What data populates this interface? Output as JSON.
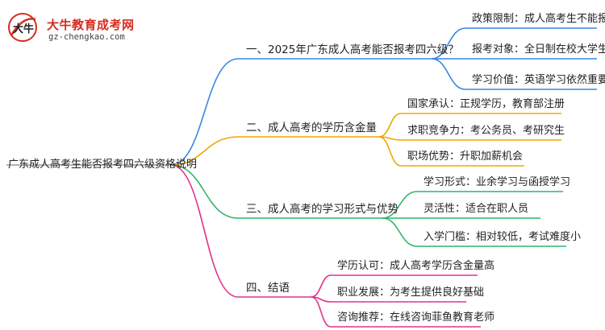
{
  "logo": {
    "name": "大牛教育成考网",
    "url": "gz-chengkao.com",
    "mark_text": "大牛"
  },
  "root": {
    "label": "广东成人高考生能否报考四六级资格说明"
  },
  "branches": [
    {
      "label": "一、2025年广东成人高考能否报考四六级？",
      "color": "#3a86e0",
      "leaves": [
        {
          "label": "政策限制：成人高考生不能报考"
        },
        {
          "label": "报考对象：全日制在校大学生"
        },
        {
          "label": "学习价值：英语学习依然重要"
        }
      ]
    },
    {
      "label": "二、成人高考的学历含金量",
      "color": "#f0a500",
      "leaves": [
        {
          "label": "国家承认：正规学历，教育部注册"
        },
        {
          "label": "求职竞争力：考公务员、考研究生"
        },
        {
          "label": "职场优势：升职加薪机会"
        }
      ]
    },
    {
      "label": "三、成人高考的学习形式与优势",
      "color": "#2fb56a",
      "leaves": [
        {
          "label": "学习形式：业余学习与函授学习"
        },
        {
          "label": "灵活性：适合在职人员"
        },
        {
          "label": "入学门槛：相对较低，考试难度小"
        }
      ]
    },
    {
      "label": "四、结语",
      "color": "#e0338a",
      "leaves": [
        {
          "label": "学历认可：成人高考学历含金量高"
        },
        {
          "label": "职业发展：为考生提供良好基础"
        },
        {
          "label": "咨询推荐：在线咨询菲鱼教育老师"
        }
      ]
    }
  ]
}
